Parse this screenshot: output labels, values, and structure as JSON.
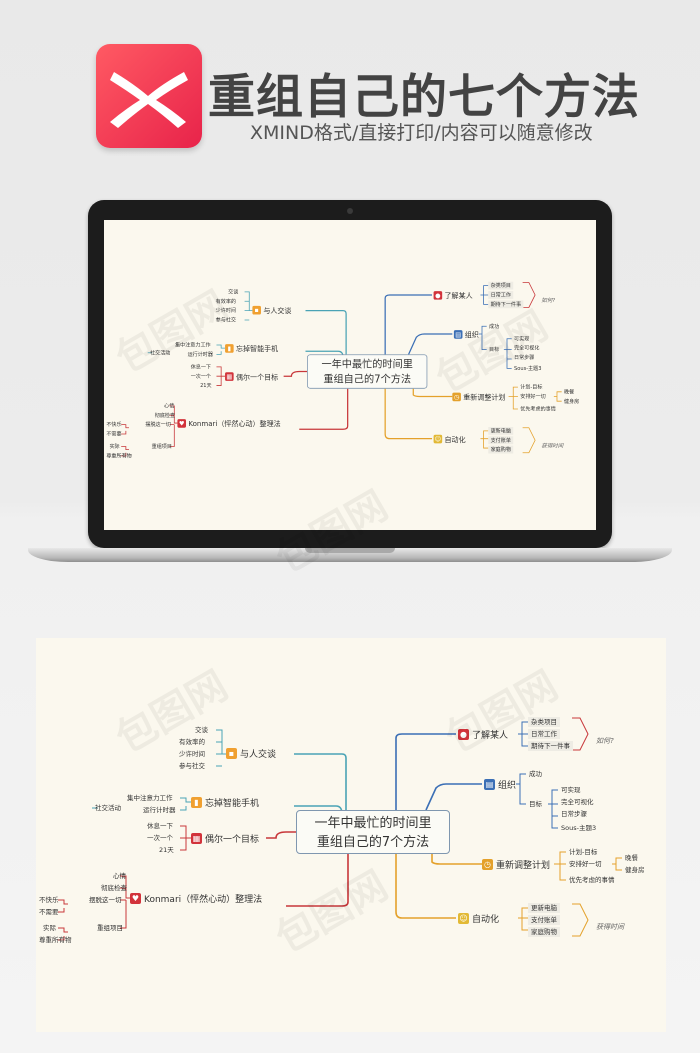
{
  "header": {
    "title": "重组自己的七个方法",
    "subtitle": "XMIND格式/直接打印/内容可以随意修改"
  },
  "mindmap": {
    "central_line1": "一年中最忙的时间里",
    "central_line2": "重组自己的7个方法",
    "branches": {
      "interact": {
        "label": "与人交谈",
        "items": [
          "交谈",
          "有效率的",
          "少许时间",
          "参与社交"
        ]
      },
      "phone": {
        "label": "忘掉智能手机",
        "items": [
          "集中注意力工作",
          "运行计时器"
        ],
        "extra": "社交活动"
      },
      "goal": {
        "label": "偶尔一个目标",
        "items": [
          "休息一下",
          "一次一个",
          "21天"
        ]
      },
      "konmari": {
        "label": "Konmari（怦然心动）整理法",
        "items": [
          "心情",
          "彻底检查",
          "摆脱这一切",
          "重组项目"
        ],
        "sub1": [
          "不快乐",
          "不需要"
        ],
        "sub2": [
          "实际",
          "尊重所有物"
        ]
      },
      "understand": {
        "label": "了解某人",
        "items": [
          "杂类项目",
          "日常工作",
          "期待下一件事"
        ],
        "note": "如何?"
      },
      "organize": {
        "label": "组织",
        "items": [
          "成功",
          "目标"
        ],
        "sub": [
          "可实现",
          "完全可视化",
          "日常步骤",
          "Sous-主题3"
        ]
      },
      "replan": {
        "label": "重新调整计划",
        "items": [
          "计划-目标",
          "安排好一切",
          "优先考虑的事情"
        ],
        "sub": [
          "晚餐",
          "健身房"
        ]
      },
      "automate": {
        "label": "自动化",
        "items": [
          "更新电脑",
          "支付账单",
          "家庭购物"
        ],
        "note": "获得时间"
      }
    }
  },
  "colors": {
    "logo": "#ee3150",
    "teal": "#4aa3b5",
    "blue": "#3b6fb5",
    "red": "#c8373a",
    "orange": "#e4a12b",
    "yellow": "#e2b935"
  },
  "icons": {
    "logo": "x-logo-icon",
    "interact": "chat-icon",
    "phone": "phone-icon",
    "goal": "calendar-icon",
    "konmari": "heart-icon",
    "understand": "person-icon",
    "organize": "org-icon",
    "replan": "clock-icon",
    "automate": "robot-icon"
  },
  "watermark": "包图网"
}
